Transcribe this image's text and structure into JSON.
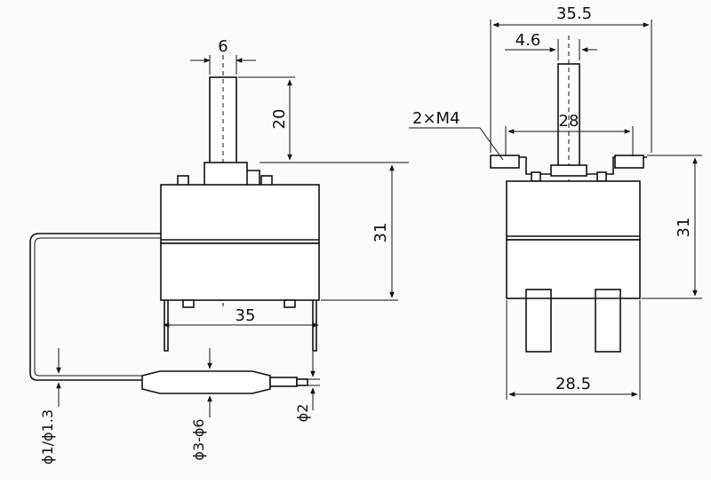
{
  "diagram": {
    "dimensions": {
      "shaft_width": "6",
      "shaft_height": "20",
      "body_height_left": "31",
      "body_width_left": "35",
      "capillary_diameter": "ϕ1/ϕ1.3",
      "bulb_diameter": "ϕ3-ϕ6",
      "bulb_tip_diameter": "ϕ2",
      "overall_width": "35.5",
      "shaft_offset": "4.6",
      "mount_hole_spacing": "28",
      "mount_screws": "2×M4",
      "body_height_right": "31",
      "terminal_span": "28.5"
    }
  }
}
